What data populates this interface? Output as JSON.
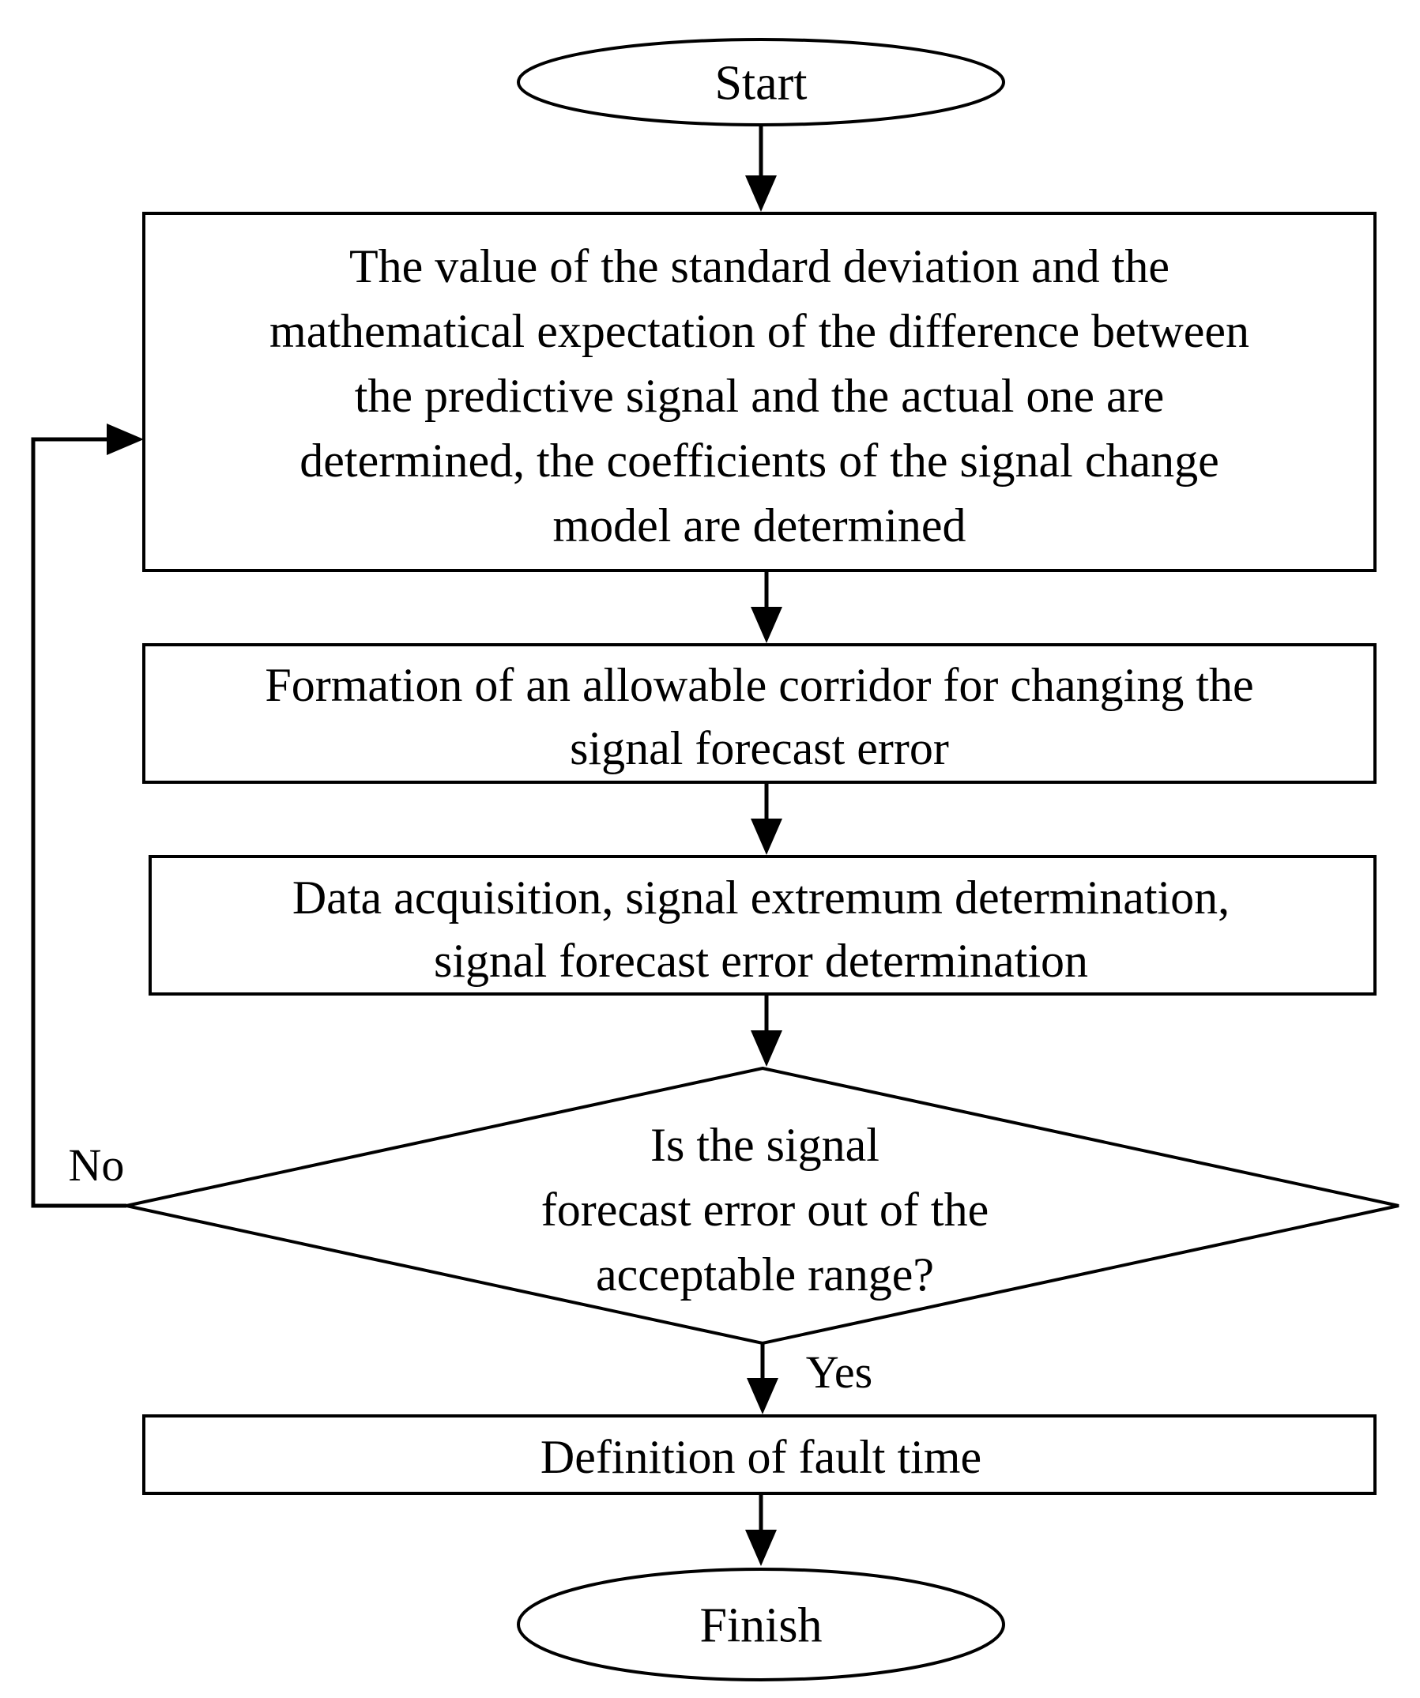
{
  "flowchart": {
    "nodes": {
      "start": {
        "lines": [
          "Start"
        ]
      },
      "step1": {
        "lines": [
          "The value of the standard deviation and the",
          "mathematical expectation of the difference between",
          "the predictive signal and the actual one are",
          "determined, the coefficients of the signal change",
          "model are determined"
        ]
      },
      "step2": {
        "lines": [
          "Formation of an allowable corridor for changing the",
          "signal forecast error"
        ]
      },
      "step3": {
        "lines": [
          "Data acquisition, signal extremum determination,",
          "signal forecast error determination"
        ]
      },
      "decision": {
        "lines": [
          "Is the signal",
          "forecast error out of the",
          "acceptable range?"
        ]
      },
      "step4": {
        "lines": [
          "Definition of fault time"
        ]
      },
      "finish": {
        "lines": [
          "Finish"
        ]
      }
    },
    "edge_labels": {
      "no": "No",
      "yes": "Yes"
    }
  }
}
